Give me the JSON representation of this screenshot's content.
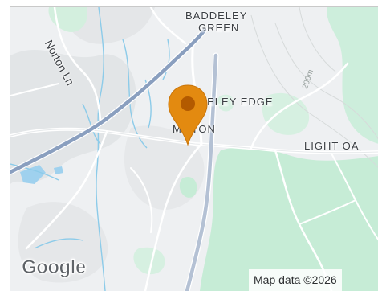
{
  "map": {
    "place_labels": {
      "baddeley_green_line1": "BADDELEY",
      "baddeley_green_line2": "GREEN",
      "baddeley_edge": "BADDELEY EDGE",
      "milton": "MILTON",
      "light_oaks": "LIGHT OA"
    },
    "road_labels": {
      "norton_lane": "Norton Ln"
    },
    "contour_labels": {
      "elevation": "200m"
    },
    "branding": {
      "logo": "Google",
      "attribution": "Map data ©2026"
    },
    "marker": {
      "icon": "map-pin-icon",
      "color": "#e38a10",
      "dot_color": "#b35a00"
    },
    "colors": {
      "land": "#eef0f2",
      "park": "#c9eedb",
      "water": "#9fd1ee",
      "stream": "#8ccbe9",
      "main_road": "#8a9fbf",
      "minor_road": "#ffffff",
      "relief": "#dde0e2"
    }
  }
}
